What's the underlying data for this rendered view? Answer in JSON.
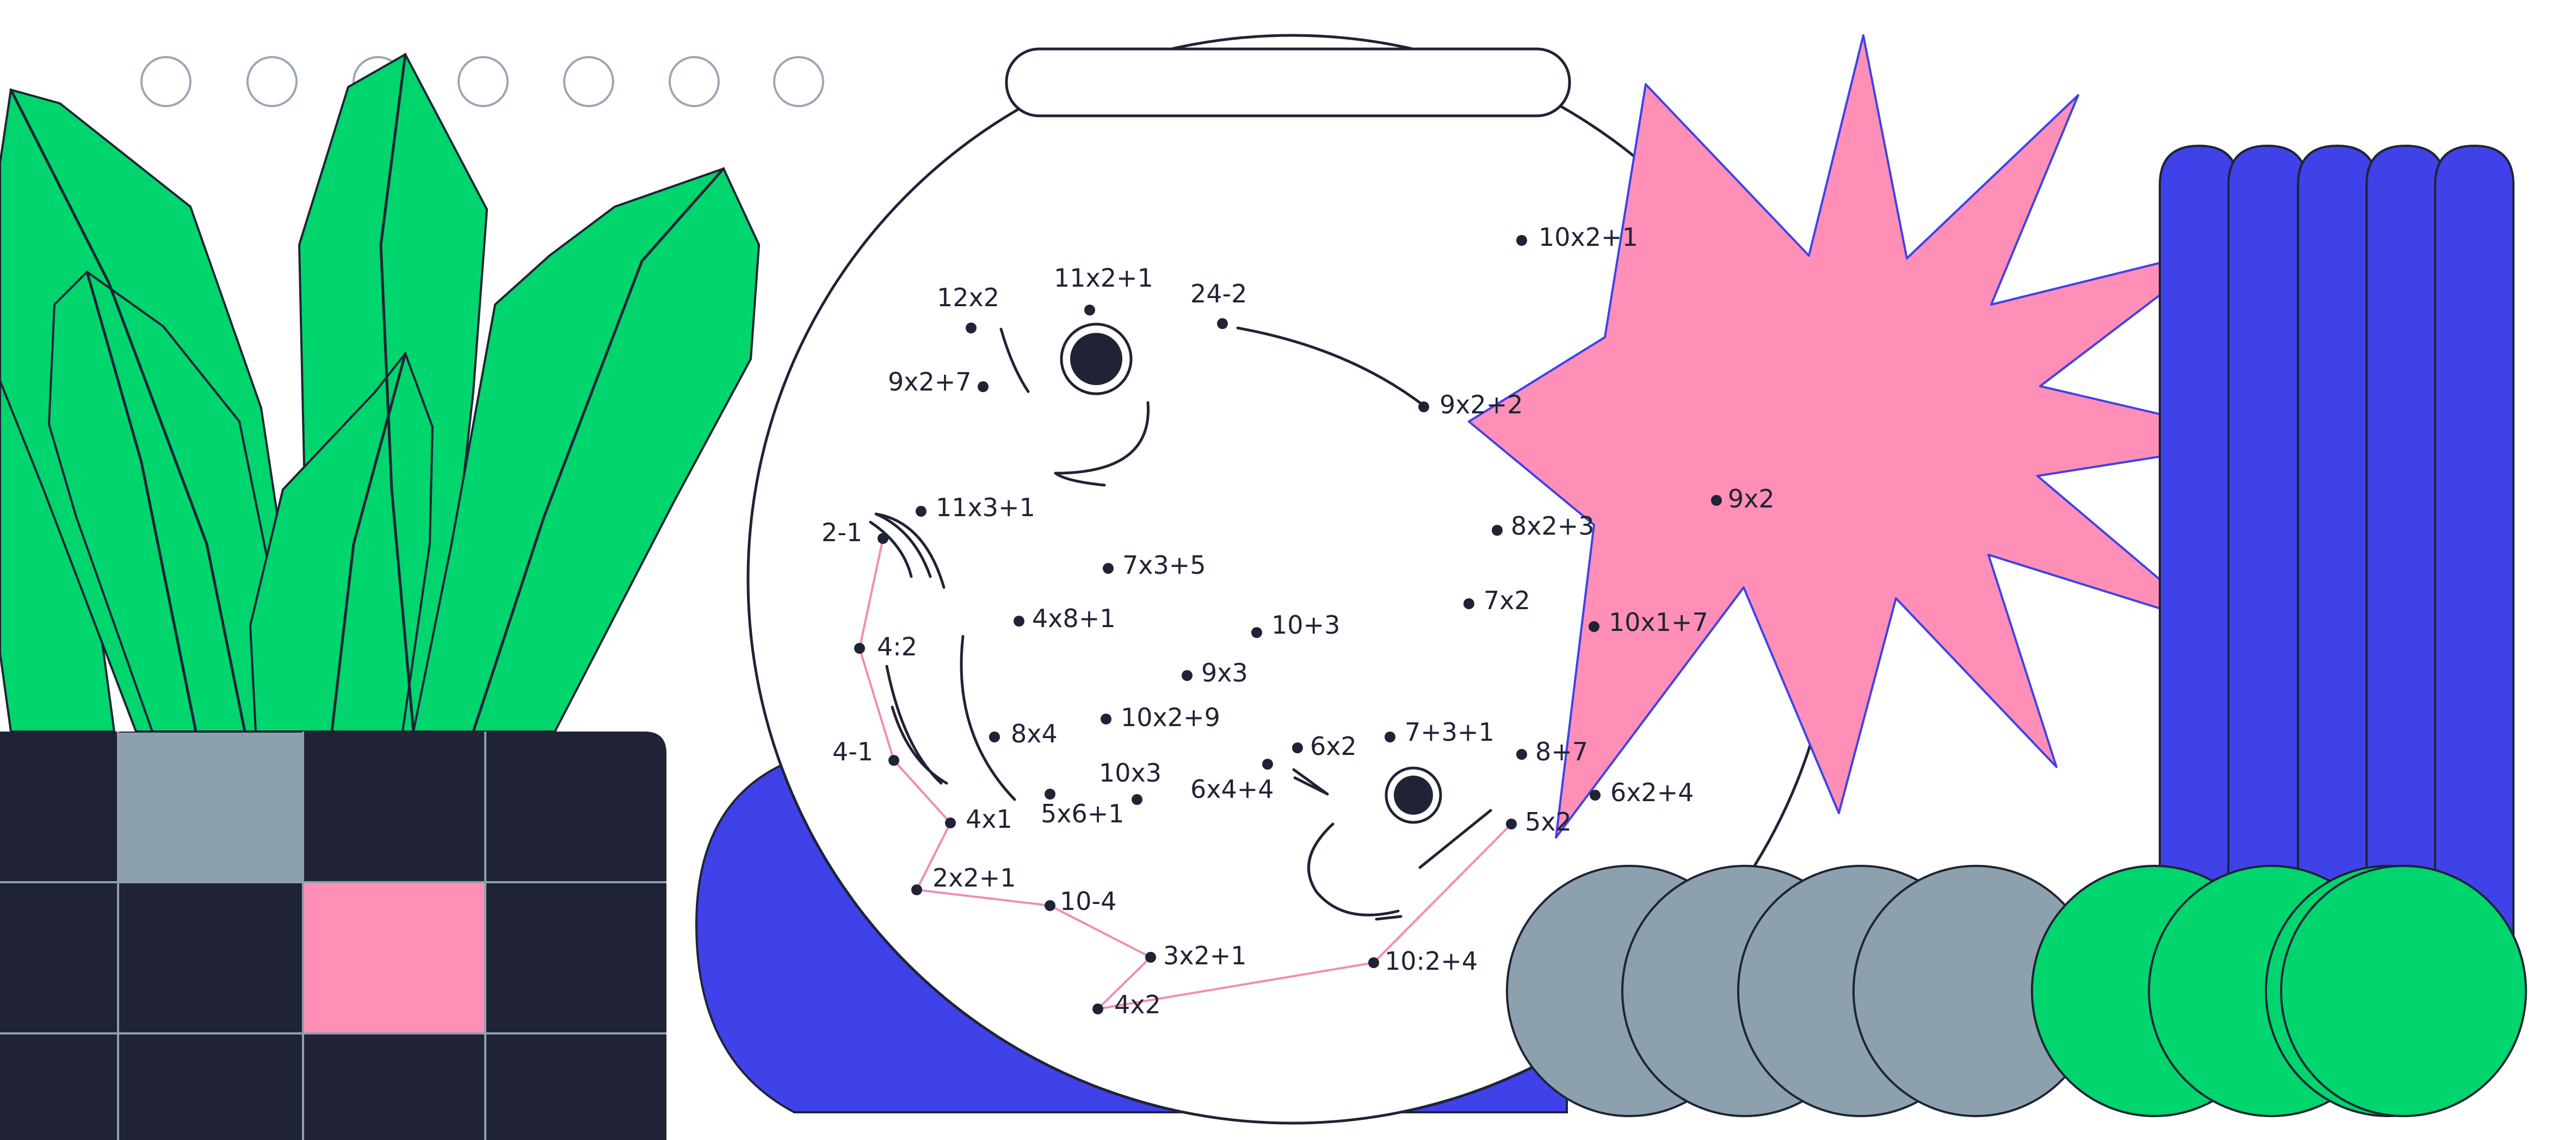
{
  "colors": {
    "ink": "#1f2335",
    "leaf_green": "#00d56e",
    "blue": "#3f42e8",
    "pink": "#ff8fb6",
    "grey": "#8ca1ad",
    "white": "#ffffff",
    "circle_outline": "#9aa6b6"
  },
  "puzzle": {
    "labels": {
      "l_12x2": "12x2",
      "l_11x2_1": "11x2+1",
      "l_24_2": "24-2",
      "l_10x2_1": "10x2+1",
      "l_9x2_7": "9x2+7",
      "l_9x2_2": "9x2+2",
      "l_2_1": "2-1",
      "l_11x3_1": "11x3+1",
      "l_9x2": "9x2",
      "l_8x2_3": "8x2+3",
      "l_7x3_5": "7x3+5",
      "l_4x8_1": "4x8+1",
      "l_10_3": "10+3",
      "l_7x2": "7x2",
      "l_10x1_7": "10x1+7",
      "l_4div2": "4:2",
      "l_9x3": "9x3",
      "l_8x4": "8x4",
      "l_10x2_9": "10x2+9",
      "l_4_1": "4-1",
      "l_6x2": "6x2",
      "l_7_3_1": "7+3+1",
      "l_8_7": "8+7",
      "l_10x3": "10x3",
      "l_6x4_4": "6x4+4",
      "l_6x2_4": "6x2+4",
      "l_4x1": "4x1",
      "l_5x6_1": "5x6+1",
      "l_5x2": "5x2",
      "l_2x2_1": "2x2+1",
      "l_10_4": "10-4",
      "l_3x2_1": "3x2+1",
      "l_10div2_4": "10:2+4",
      "l_4x2": "4x2"
    }
  }
}
